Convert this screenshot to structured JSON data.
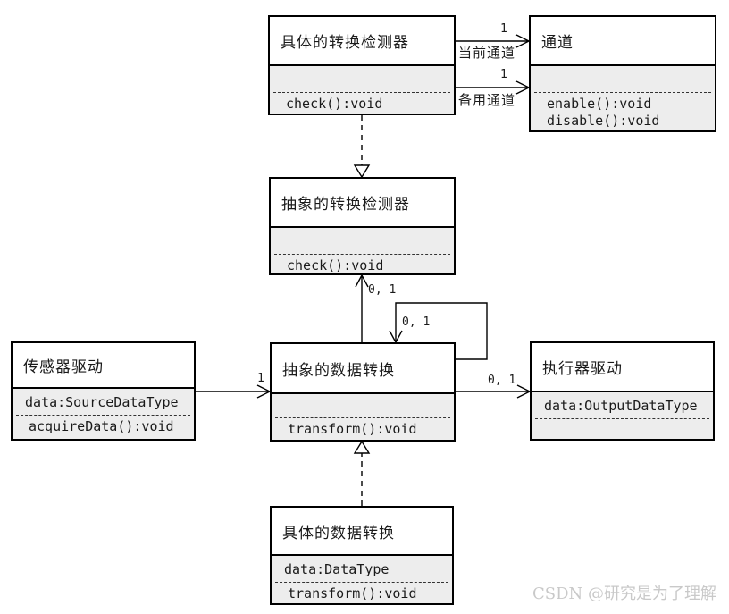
{
  "diagram": {
    "type": "uml-class-diagram",
    "classes": {
      "concrete_detector": {
        "title": "具体的转换检测器",
        "attributes": [],
        "operations": [
          "check():void"
        ]
      },
      "channel": {
        "title": "通道",
        "attributes": [],
        "operations": [
          "enable():void",
          "disable():void"
        ]
      },
      "abstract_detector": {
        "title": "抽象的转换检测器",
        "attributes": [],
        "operations": [
          "check():void"
        ]
      },
      "sensor_driver": {
        "title": "传感器驱动",
        "attributes": [
          "data:SourceDataType"
        ],
        "operations": [
          "acquireData():void"
        ]
      },
      "abstract_transform": {
        "title": "抽象的数据转换",
        "attributes": [],
        "operations": [
          "transform():void"
        ]
      },
      "actuator_driver": {
        "title": "执行器驱动",
        "attributes": [
          "data:OutputDataType"
        ],
        "operations": []
      },
      "concrete_transform": {
        "title": "具体的数据转换",
        "attributes": [
          "data:DataType"
        ],
        "operations": [
          "transform():void"
        ]
      }
    },
    "edges": {
      "current_channel": {
        "label": "当前通道",
        "multiplicity": "1"
      },
      "backup_channel": {
        "label": "备用通道",
        "multiplicity": "1"
      },
      "transform_to_detector": {
        "multiplicity": "0, 1"
      },
      "transform_self": {
        "multiplicity": "0, 1"
      },
      "sensor_to_transform": {
        "multiplicity": "1"
      },
      "transform_to_actuator": {
        "multiplicity": "0, 1"
      }
    },
    "watermark": "CSDN @研究是为了理解",
    "colors": {
      "compartment_fill": "#ededed",
      "border": "#000000",
      "watermark": "#c9c9c9"
    }
  }
}
